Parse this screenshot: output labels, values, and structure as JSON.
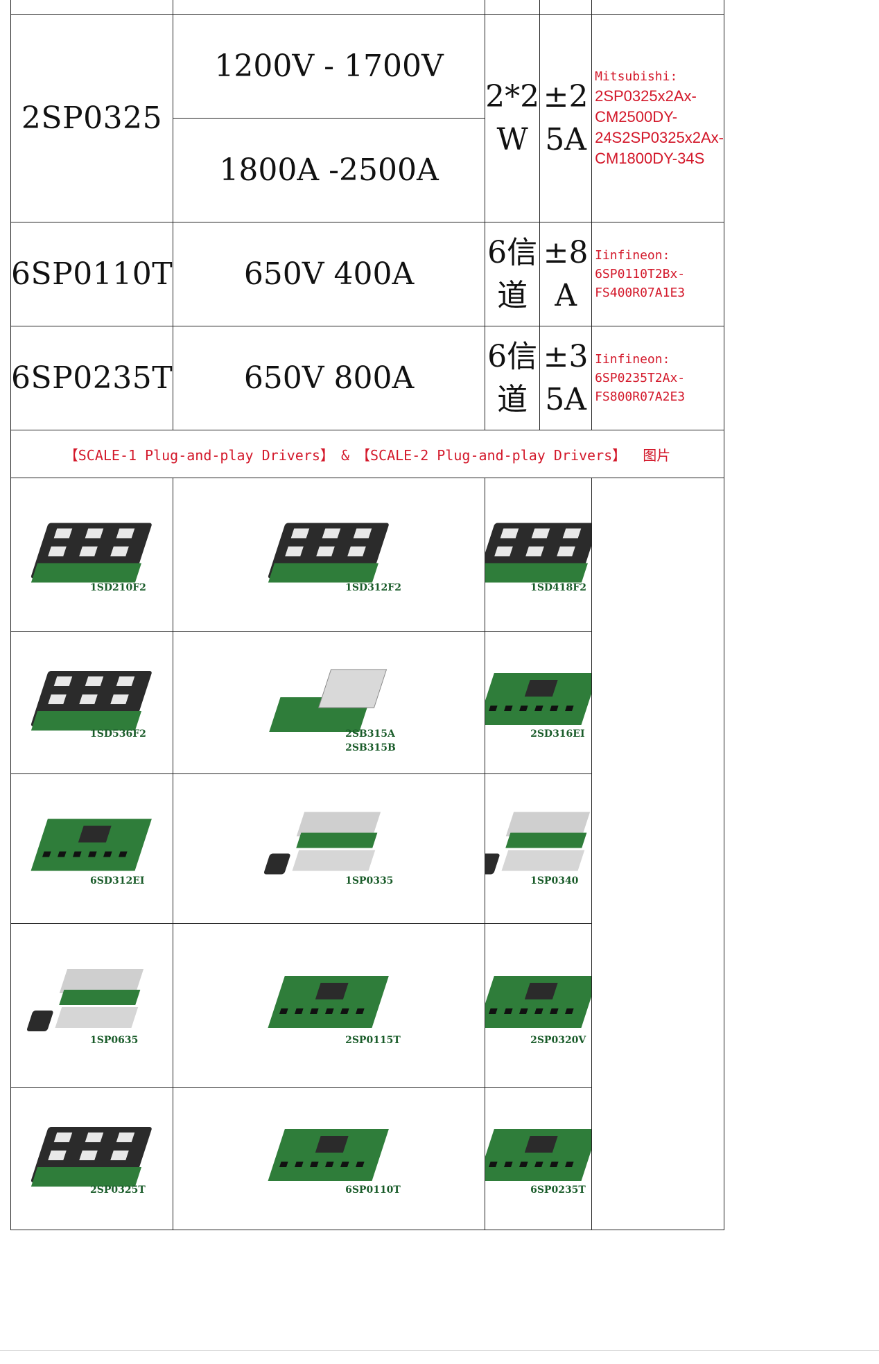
{
  "rows": [
    {
      "model": "2SP0325",
      "rating_top": "1200V - 1700V",
      "rating_bottom": "1800A -2500A",
      "power_lines": [
        "2*2",
        "W"
      ],
      "current_lines": [
        "±2",
        "5A"
      ],
      "note_lines": [
        "Mitsubishi:",
        "2SP0325x2Ax-",
        "CM2500DY-",
        "24S2SP0325x2Ax-",
        "CM1800DY-34S"
      ]
    },
    {
      "model": "6SP0110T",
      "rating": "650V 400A",
      "power_lines": [
        "6信",
        "道"
      ],
      "current_lines": [
        "±8",
        "A"
      ],
      "note_lines": [
        "Iinfineon:",
        "6SP0110T2Bx-",
        "FS400R07A1E3"
      ]
    },
    {
      "model": "6SP0235T",
      "rating": "650V 800A",
      "power_lines": [
        "6信",
        "道"
      ],
      "current_lines": [
        "±3",
        "5A"
      ],
      "note_lines": [
        "Iinfineon:",
        "6SP0235T2Ax-",
        "FS800R07A2E3"
      ]
    }
  ],
  "banner": {
    "part1": "【SCALE-1 Plug-and-play Drivers】",
    "amp": "&",
    "part2": "【SCALE-2 Plug-and-play Drivers】",
    "suffix": "图片"
  },
  "photos": [
    {
      "label": "1SD210F2"
    },
    {
      "label": "1SD312F2"
    },
    {
      "label": "1SD418F2"
    },
    {
      "label": "1SD536F2"
    },
    {
      "label": "2SB315A",
      "label2": "2SB315B"
    },
    {
      "label": "2SD316EI"
    },
    {
      "label": "6SD312EI"
    },
    {
      "label": "1SP0335"
    },
    {
      "label": "1SP0340"
    },
    {
      "label": "1SP0635"
    },
    {
      "label": "2SP0115T"
    },
    {
      "label": "2SP0320V"
    },
    {
      "label": "2SP0325T"
    },
    {
      "label": "6SP0110T"
    },
    {
      "label": "6SP0235T"
    }
  ],
  "colors": {
    "border": "#222222",
    "note_red": "#d3182a",
    "pcb_green": "#2f7d3a",
    "module_black": "#2b2b2b",
    "label_green": "#1a5c2a"
  }
}
